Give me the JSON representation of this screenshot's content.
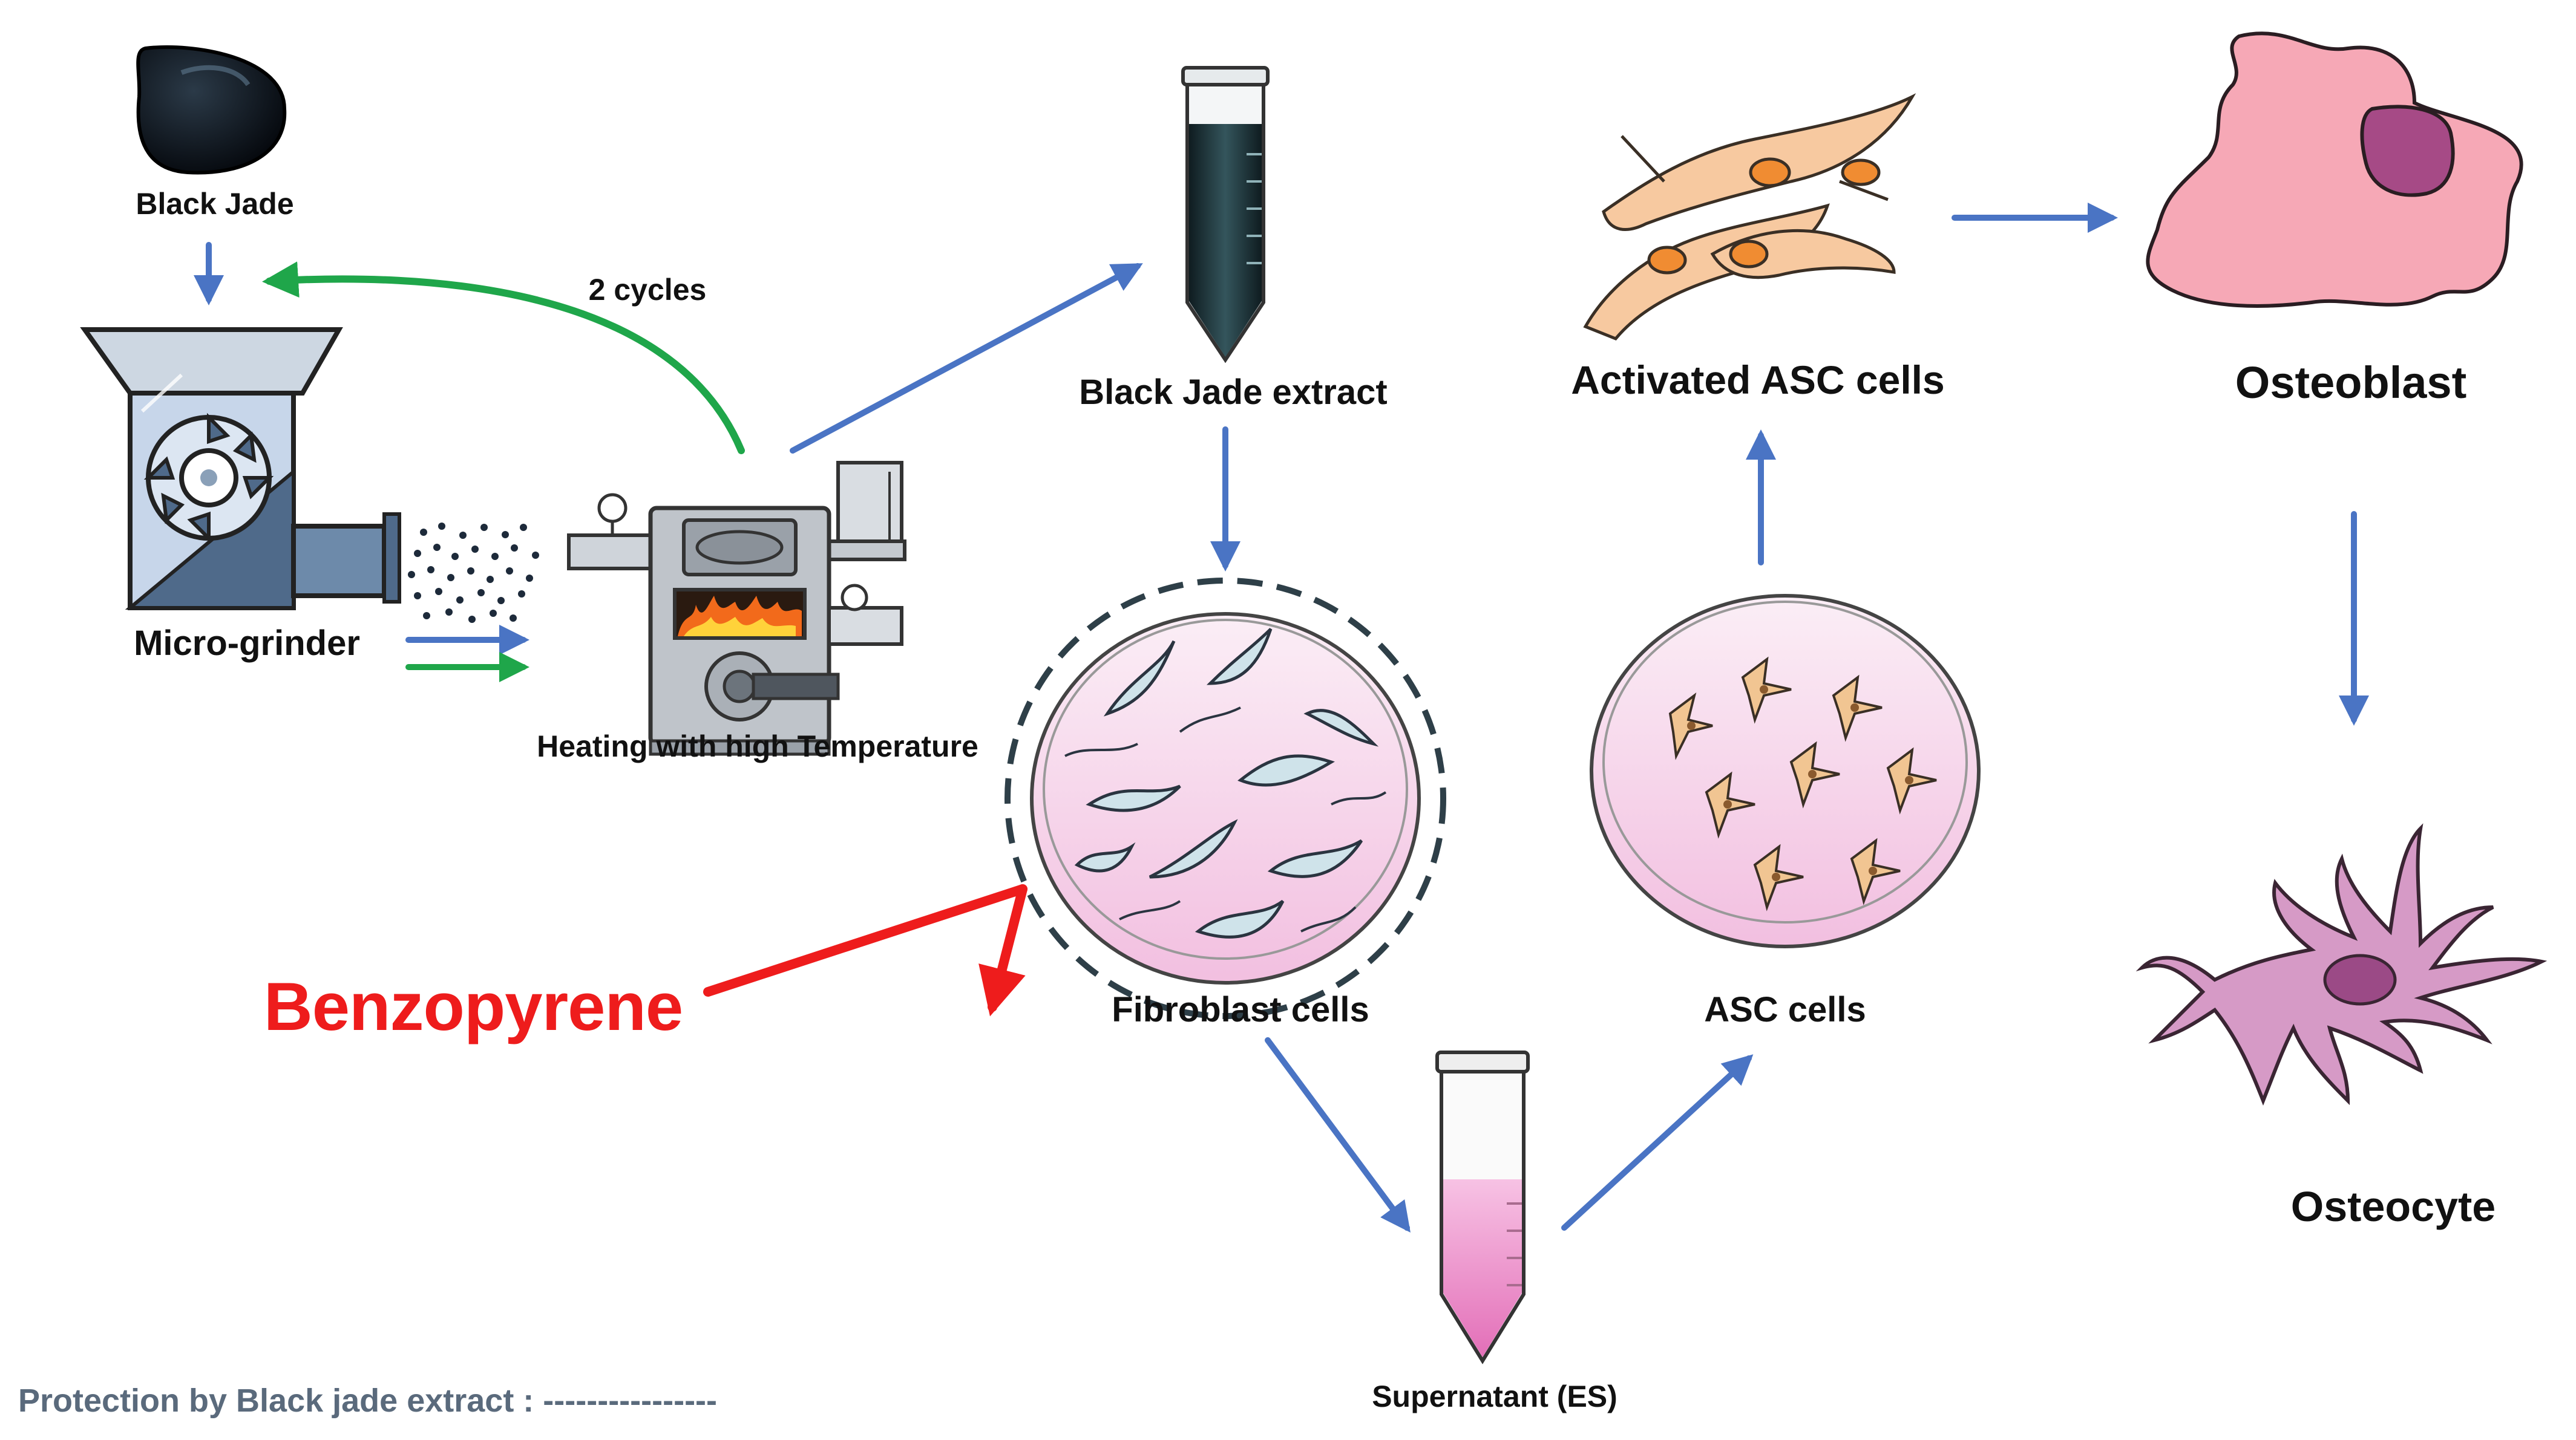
{
  "colors": {
    "flow_arrow": "#4a74c4",
    "cycle_arrow": "#1fa64a",
    "toxin_arrow": "#ee1c1c",
    "toxin_text": "#ee1c1c",
    "dish_fill": "#f6d6ea",
    "asc_cell": "#f7c9a0",
    "osteoblast": "#f4a6b4",
    "osteocyte": "#d79ac8",
    "footer_text": "#5a6a7c"
  },
  "icons": [
    "black-jade-stone-icon",
    "micro-grinder-icon",
    "particles-icon",
    "heating-furnace-icon",
    "extract-tube-icon",
    "fibroblast-dish-icon",
    "asc-dish-icon",
    "activated-asc-cells-icon",
    "osteoblast-icon",
    "osteocyte-icon",
    "supernatant-tube-icon"
  ],
  "labels": {
    "black_jade": "Black Jade",
    "cycles": "2 cycles",
    "micro_grinder": "Micro-grinder",
    "heating": "Heating with high Temperature",
    "extract": "Black Jade extract",
    "fibroblast": "Fibroblast cells",
    "benzopyrene": "Benzopyrene",
    "supernatant": "Supernatant (ES)",
    "asc": "ASC cells",
    "activated_asc": "Activated ASC cells",
    "osteoblast": "Osteoblast",
    "osteocyte": "Osteocyte",
    "footer": "Protection by Black jade extract : ----------------"
  }
}
